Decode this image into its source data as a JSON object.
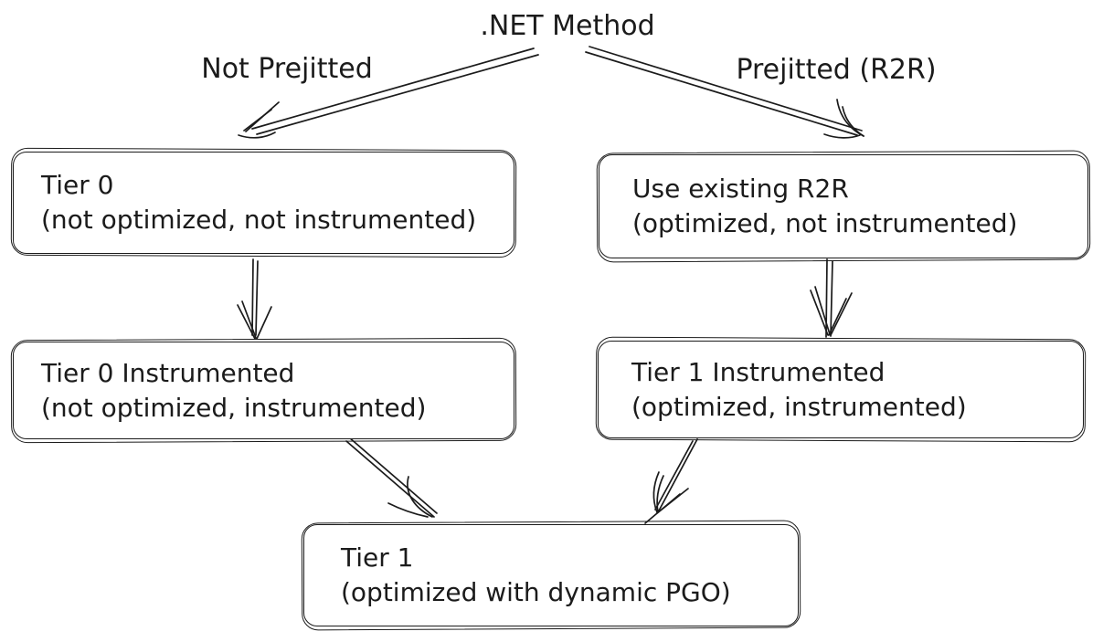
{
  "diagram": {
    "type": "flowchart",
    "style": "hand-drawn",
    "colors": {
      "background": "#ffffff",
      "ink": "#1b1b1b"
    },
    "root_label": ".NET Method",
    "nodes": {
      "tier0": {
        "title": "Tier 0",
        "subtitle": "(not optimized, not instrumented)"
      },
      "use_existing_r2r": {
        "title": "Use existing R2R",
        "subtitle": "(optimized, not instrumented)"
      },
      "tier0_instrumented": {
        "title": "Tier 0 Instrumented",
        "subtitle": "(not optimized, instrumented)"
      },
      "tier1_instrumented": {
        "title": "Tier 1 Instrumented",
        "subtitle": "(optimized, instrumented)"
      },
      "tier1": {
        "title": "Tier 1",
        "subtitle": "(optimized with dynamic PGO)"
      }
    },
    "edges": [
      {
        "from": "root",
        "to": "tier0",
        "label": "Not Prejitted"
      },
      {
        "from": "root",
        "to": "use_existing_r2r",
        "label": "Prejitted (R2R)"
      },
      {
        "from": "tier0",
        "to": "tier0_instrumented",
        "label": ""
      },
      {
        "from": "use_existing_r2r",
        "to": "tier1_instrumented",
        "label": ""
      },
      {
        "from": "tier0_instrumented",
        "to": "tier1",
        "label": ""
      },
      {
        "from": "tier1_instrumented",
        "to": "tier1",
        "label": ""
      }
    ]
  }
}
